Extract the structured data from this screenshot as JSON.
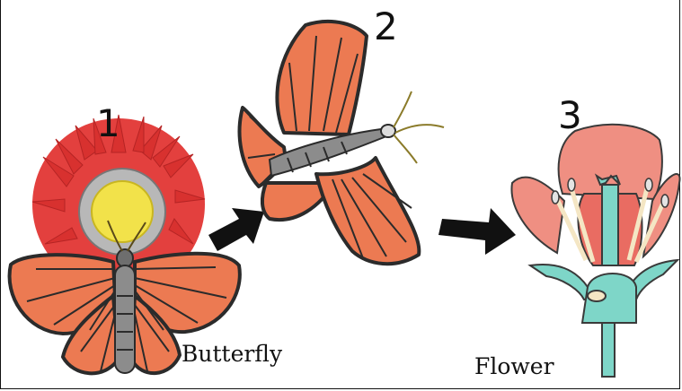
{
  "steps": [
    {
      "number": "1"
    },
    {
      "number": "2"
    },
    {
      "number": "3"
    }
  ],
  "labels": {
    "butterfly": "Butterfly",
    "flower": "Flower"
  },
  "colors": {
    "wing_orange": "#ec7a52",
    "wing_vein": "#2b2b2b",
    "body_gray": "#8c8c8c",
    "petal_red": "#e3403e",
    "pollen_yellow": "#f2e24a",
    "flower_pink": "#ef8f82",
    "stem_teal": "#7ed6c8",
    "arrow_black": "#111111"
  },
  "icons": [
    "butterfly-on-flower-illustration",
    "flying-butterfly-illustration",
    "flower-cross-section-illustration",
    "right-arrow-icon"
  ]
}
